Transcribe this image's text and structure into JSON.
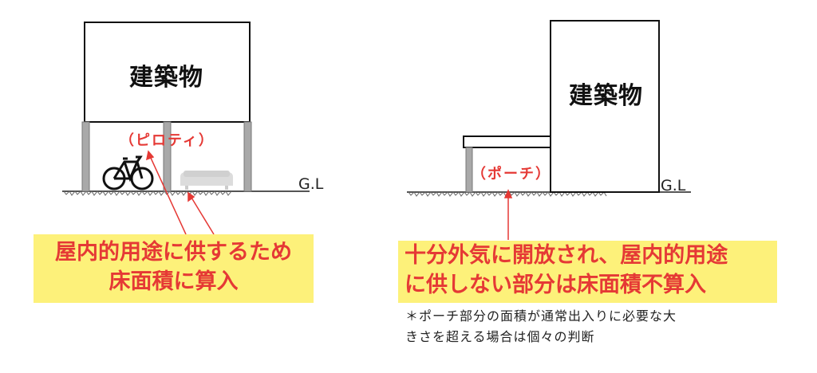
{
  "left": {
    "building_label": "建築物",
    "piloti_label": "（ピロティ）",
    "ground_label": "G.L",
    "note_line1": "屋内的用途に供するため",
    "note_line2": "床面積に算入",
    "icons": [
      "bicycle-icon",
      "sofa-icon"
    ]
  },
  "right": {
    "building_label": "建築物",
    "porch_label": "（ポーチ）",
    "ground_label": "G.L",
    "note_line1": "十分外気に開放され、屋内的用途",
    "note_line2": "に供しない部分は床面積不算入",
    "footnote_line1": "＊ポーチ部分の面積が通常出入りに必要な大",
    "footnote_line2": "きさを超える場合は個々の判断"
  },
  "colors": {
    "annotation_red": "#e53935",
    "highlight_yellow": "#fdf17a",
    "column_gray": "#a9a9a9",
    "outline": "#111111"
  }
}
